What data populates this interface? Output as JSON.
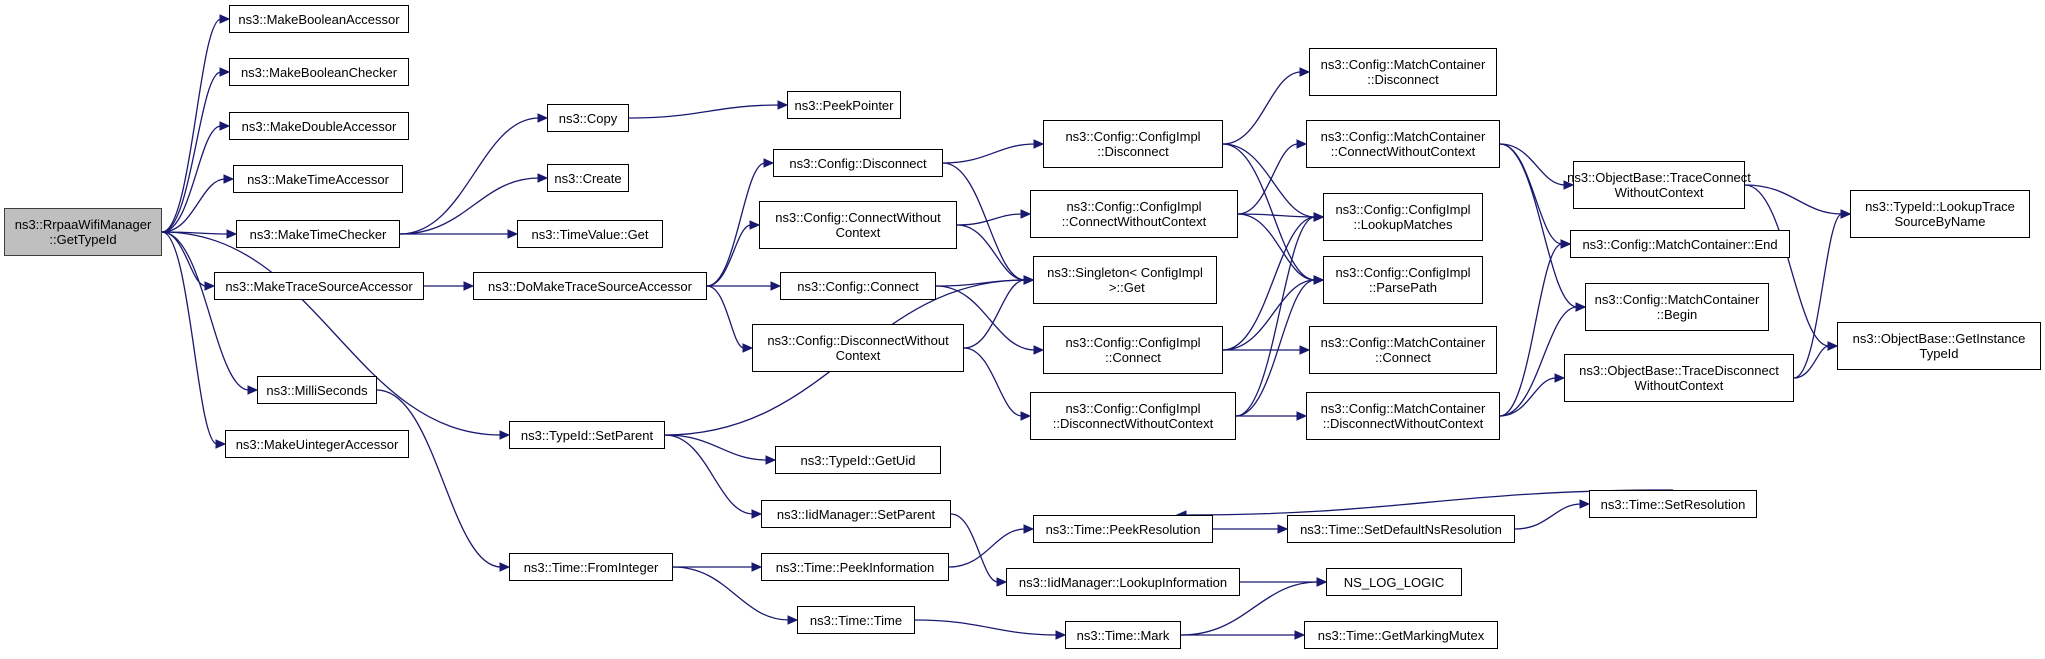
{
  "title": "Call graph of ns3::RrpaaWifiManager::GetTypeId",
  "colors": {
    "edge": "#191970",
    "root_fill": "#bfbfbf",
    "node_fill": "#ffffff",
    "border": "#000000"
  },
  "nodes": [
    {
      "id": "root",
      "label": "ns3::RrpaaWifiManager\n::GetTypeId",
      "root": true
    },
    {
      "id": "mba",
      "label": "ns3::MakeBooleanAccessor"
    },
    {
      "id": "mbc",
      "label": "ns3::MakeBooleanChecker"
    },
    {
      "id": "mda",
      "label": "ns3::MakeDoubleAccessor"
    },
    {
      "id": "mta",
      "label": "ns3::MakeTimeAccessor"
    },
    {
      "id": "mtc",
      "label": "ns3::MakeTimeChecker"
    },
    {
      "id": "mtsa",
      "label": "ns3::MakeTraceSourceAccessor"
    },
    {
      "id": "ms",
      "label": "ns3::MilliSeconds"
    },
    {
      "id": "mua",
      "label": "ns3::MakeUintegerAccessor"
    },
    {
      "id": "copy",
      "label": "ns3::Copy"
    },
    {
      "id": "create",
      "label": "ns3::Create"
    },
    {
      "id": "tvget",
      "label": "ns3::TimeValue::Get"
    },
    {
      "id": "peekptr",
      "label": "ns3::PeekPointer"
    },
    {
      "id": "dmtsa",
      "label": "ns3::DoMakeTraceSourceAccessor"
    },
    {
      "id": "tsp",
      "label": "ns3::TypeId::SetParent"
    },
    {
      "id": "tfi",
      "label": "ns3::Time::FromInteger"
    },
    {
      "id": "cdisc",
      "label": "ns3::Config::Disconnect"
    },
    {
      "id": "cconwo",
      "label": "ns3::Config::ConnectWithout\nContext"
    },
    {
      "id": "cconn",
      "label": "ns3::Config::Connect"
    },
    {
      "id": "cdiscwo",
      "label": "ns3::Config::DisconnectWithout\nContext"
    },
    {
      "id": "tgu",
      "label": "ns3::TypeId::GetUid"
    },
    {
      "id": "iidsp",
      "label": "ns3::IidManager::SetParent"
    },
    {
      "id": "tpi",
      "label": "ns3::Time::PeekInformation"
    },
    {
      "id": "ttime",
      "label": "ns3::Time::Time"
    },
    {
      "id": "cidisc",
      "label": "ns3::Config::ConfigImpl\n::Disconnect"
    },
    {
      "id": "ciconwo",
      "label": "ns3::Config::ConfigImpl\n::ConnectWithoutContext"
    },
    {
      "id": "sget",
      "label": "ns3::Singleton< ConfigImpl\n >::Get"
    },
    {
      "id": "ciconn",
      "label": "ns3::Config::ConfigImpl\n::Connect"
    },
    {
      "id": "cidiscwo",
      "label": "ns3::Config::ConfigImpl\n::DisconnectWithoutContext"
    },
    {
      "id": "tpr",
      "label": "ns3::Time::PeekResolution"
    },
    {
      "id": "iidli",
      "label": "ns3::IidManager::LookupInformation"
    },
    {
      "id": "tmark",
      "label": "ns3::Time::Mark"
    },
    {
      "id": "mcdisc",
      "label": "ns3::Config::MatchContainer\n::Disconnect"
    },
    {
      "id": "mcconwo",
      "label": "ns3::Config::MatchContainer\n::ConnectWithoutContext"
    },
    {
      "id": "cilm",
      "label": "ns3::Config::ConfigImpl\n::LookupMatches"
    },
    {
      "id": "cipp",
      "label": "ns3::Config::ConfigImpl\n::ParsePath"
    },
    {
      "id": "mcconn",
      "label": "ns3::Config::MatchContainer\n::Connect"
    },
    {
      "id": "mcdiscwo",
      "label": "ns3::Config::MatchContainer\n::DisconnectWithoutContext"
    },
    {
      "id": "tsdnr",
      "label": "ns3::Time::SetDefaultNsResolution"
    },
    {
      "id": "nslog",
      "label": "NS_LOG_LOGIC"
    },
    {
      "id": "tgmm",
      "label": "ns3::Time::GetMarkingMutex"
    },
    {
      "id": "obtcwo",
      "label": "ns3::ObjectBase::TraceConnect\nWithoutContext"
    },
    {
      "id": "mcend",
      "label": "ns3::Config::MatchContainer::End"
    },
    {
      "id": "mcbegin",
      "label": "ns3::Config::MatchContainer\n::Begin"
    },
    {
      "id": "obtdwo",
      "label": "ns3::ObjectBase::TraceDisconnect\nWithoutContext"
    },
    {
      "id": "tsr",
      "label": "ns3::Time::SetResolution"
    },
    {
      "id": "tlts",
      "label": "ns3::TypeId::LookupTrace\nSourceByName"
    },
    {
      "id": "obgit",
      "label": "ns3::ObjectBase::GetInstance\nTypeId"
    }
  ],
  "edges": [
    [
      "root",
      "mba"
    ],
    [
      "root",
      "mbc"
    ],
    [
      "root",
      "mda"
    ],
    [
      "root",
      "mta"
    ],
    [
      "root",
      "mtc"
    ],
    [
      "root",
      "mtsa"
    ],
    [
      "root",
      "ms"
    ],
    [
      "root",
      "mua"
    ],
    [
      "root",
      "tsp"
    ],
    [
      "mtc",
      "copy"
    ],
    [
      "mtc",
      "create"
    ],
    [
      "mtc",
      "tvget"
    ],
    [
      "copy",
      "peekptr"
    ],
    [
      "mtsa",
      "dmtsa"
    ],
    [
      "ms",
      "tfi"
    ],
    [
      "dmtsa",
      "cdisc"
    ],
    [
      "dmtsa",
      "cconwo"
    ],
    [
      "dmtsa",
      "cconn"
    ],
    [
      "dmtsa",
      "cdiscwo"
    ],
    [
      "cdisc",
      "cidisc"
    ],
    [
      "cdisc",
      "sget"
    ],
    [
      "cconwo",
      "ciconwo"
    ],
    [
      "cconwo",
      "sget"
    ],
    [
      "cconn",
      "sget"
    ],
    [
      "cconn",
      "ciconn"
    ],
    [
      "cdiscwo",
      "sget"
    ],
    [
      "cdiscwo",
      "cidiscwo"
    ],
    [
      "tsp",
      "sget"
    ],
    [
      "tsp",
      "tgu"
    ],
    [
      "tsp",
      "iidsp"
    ],
    [
      "iidsp",
      "iidli"
    ],
    [
      "tfi",
      "tpi"
    ],
    [
      "tfi",
      "ttime"
    ],
    [
      "tpi",
      "tpr"
    ],
    [
      "ttime",
      "tmark"
    ],
    [
      "cidisc",
      "mcdisc"
    ],
    [
      "cidisc",
      "cilm"
    ],
    [
      "cidisc",
      "cipp"
    ],
    [
      "ciconwo",
      "mcconwo"
    ],
    [
      "ciconwo",
      "cilm"
    ],
    [
      "ciconwo",
      "cipp"
    ],
    [
      "ciconn",
      "cilm"
    ],
    [
      "ciconn",
      "cipp"
    ],
    [
      "ciconn",
      "mcconn"
    ],
    [
      "cidiscwo",
      "cilm"
    ],
    [
      "cidiscwo",
      "cipp"
    ],
    [
      "cidiscwo",
      "mcdiscwo"
    ],
    [
      "tpr",
      "tsdnr"
    ],
    [
      "iidli",
      "nslog"
    ],
    [
      "tmark",
      "nslog"
    ],
    [
      "tmark",
      "tgmm"
    ],
    [
      "mcconwo",
      "obtcwo"
    ],
    [
      "mcconwo",
      "mcend"
    ],
    [
      "mcconwo",
      "mcbegin"
    ],
    [
      "mcdiscwo",
      "mcend"
    ],
    [
      "mcdiscwo",
      "mcbegin"
    ],
    [
      "mcdiscwo",
      "obtdwo"
    ],
    [
      "tsdnr",
      "tsr"
    ],
    [
      "tsr",
      "tpr"
    ],
    [
      "obtcwo",
      "tlts"
    ],
    [
      "obtcwo",
      "obgit"
    ],
    [
      "obtdwo",
      "tlts"
    ],
    [
      "obtdwo",
      "obgit"
    ]
  ]
}
